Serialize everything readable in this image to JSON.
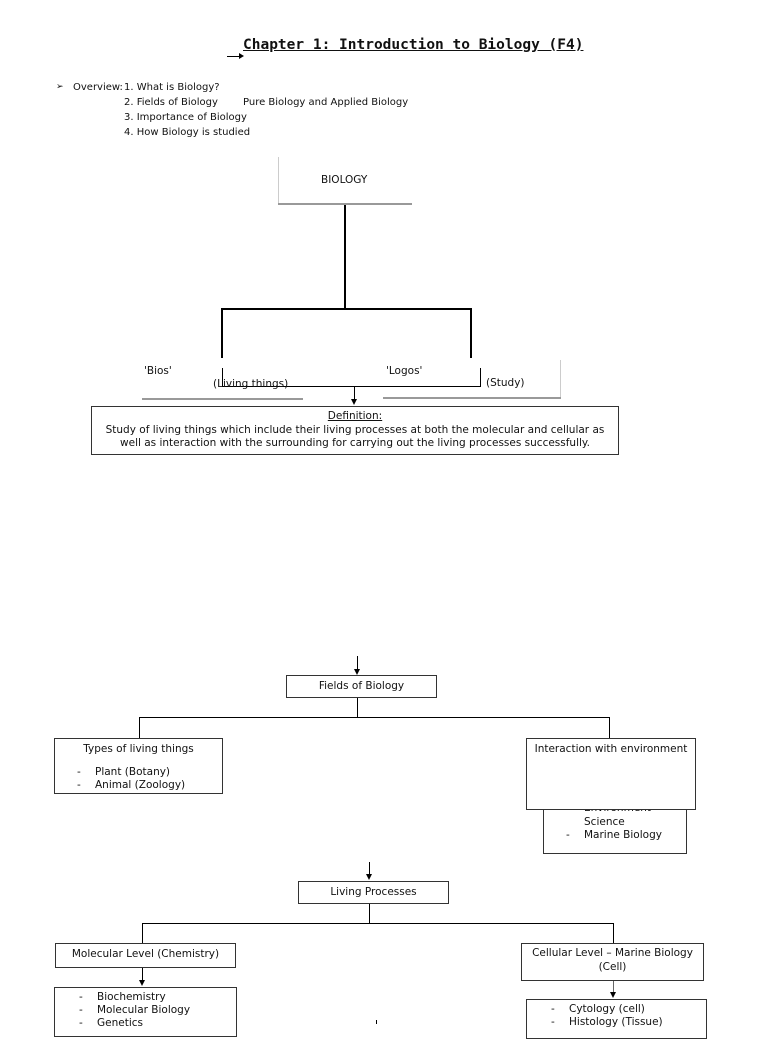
{
  "title": "Chapter 1: Introduction to Biology (F4)",
  "overview": {
    "bullet": "➢",
    "label": "Overview:",
    "items": [
      "1. What is Biology?",
      "2. Fields of Biology",
      "3. Importance of Biology",
      "4. How Biology is studied"
    ],
    "fields_note": "Pure Biology and Applied Biology"
  },
  "biology_tree": {
    "root": "BIOLOGY",
    "left_word": "'Bios'",
    "left_meaning": "(Living things)",
    "right_word": "'Logos'",
    "right_meaning": "(Study)"
  },
  "definition": {
    "heading": "Definition:",
    "text": "Study of living things which include their living processes at both the molecular and cellular as well as interaction with the surrounding for carrying out the living processes successfully."
  },
  "fields": {
    "root": "Fields of Biology",
    "left_title": "Types of living things",
    "left_items": [
      "Plant (Botany)",
      "Animal (Zoology)"
    ],
    "right_title": "Interaction with environment",
    "right_items": [
      "Environment Science",
      "Marine Biology"
    ]
  },
  "processes": {
    "root": "Living Processes",
    "left_title": "Molecular Level (Chemistry)",
    "left_items": [
      "Biochemistry",
      "Molecular Biology",
      "Genetics"
    ],
    "right_title": "Cellular Level – Marine Biology (Cell)",
    "right_items": [
      "Cytology (cell)",
      "Histology (Tissue)"
    ]
  }
}
